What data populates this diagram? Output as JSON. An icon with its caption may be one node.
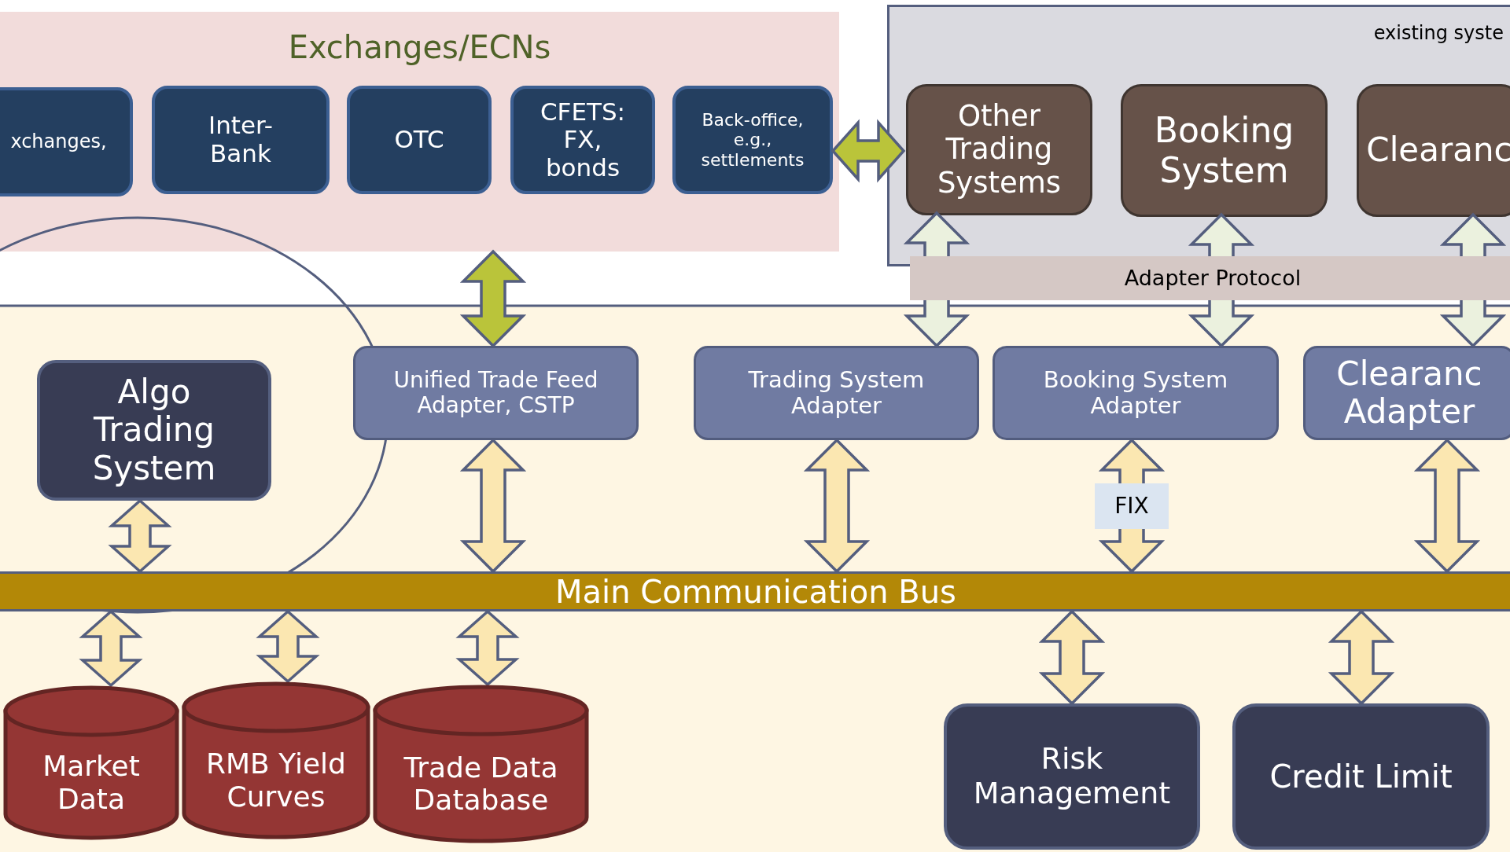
{
  "diagram": {
    "nodes": [
      {
        "text": [
          "Exchanges/ECNs"
        ]
      },
      {
        "text": [
          "xchanges,"
        ],
        "in": 0
      },
      {
        "text": [
          "Inter- Bank"
        ],
        "in": 0
      },
      {
        "text": [
          "OTC"
        ],
        "in": 0
      },
      {
        "text": [
          "CFETS: FX, bonds"
        ],
        "in": 0
      },
      {
        "text": [
          "Back-office, e.g., settlements"
        ],
        "in": 0
      },
      {
        "text": [
          "existing syste"
        ]
      },
      {
        "text": [
          "Other Trading Systems"
        ],
        "in": 6
      },
      {
        "text": [
          "Booking System"
        ],
        "in": 6
      },
      {
        "text": [
          "Clearanc"
        ],
        "in": 6
      },
      {
        "text": [
          "Adapter Protocol"
        ]
      },
      {
        "text": [
          "Algo Trading System"
        ]
      },
      {
        "text": [
          "Unified Trade Feed Adapter, CSTP"
        ]
      },
      {
        "text": [
          "Trading System Adapter"
        ]
      },
      {
        "text": [
          "Booking System Adapter"
        ]
      },
      {
        "text": [
          "Clearanc Adapter"
        ]
      },
      {
        "text": [
          "Main Communication Bus"
        ]
      },
      {
        "text": [
          "Market Data"
        ]
      },
      {
        "text": [
          "RMB Yield Curves"
        ]
      },
      {
        "text": [
          "Trade Data Database"
        ]
      },
      {
        "text": [
          "Risk Management"
        ]
      },
      {
        "text": [
          "Credit Limit"
        ]
      }
    ],
    "edges": [
      {
        "from": 5,
        "to": 7,
        "arrow": "both",
        "color": "#bac43a"
      },
      {
        "from": 0,
        "to": 12,
        "arrow": "both",
        "color": "#bac43a"
      },
      {
        "from": 7,
        "to": 13,
        "arrow": "both",
        "color": "#ebf1de"
      },
      {
        "from": 8,
        "to": 14,
        "arrow": "both",
        "color": "#ebf1de"
      },
      {
        "from": 9,
        "to": 15,
        "arrow": "both",
        "color": "#ebf1de"
      },
      {
        "from": 11,
        "to": 16,
        "arrow": "both"
      },
      {
        "from": 12,
        "to": 16,
        "arrow": "both"
      },
      {
        "from": 13,
        "to": 16,
        "arrow": "both"
      },
      {
        "from": 14,
        "to": 16,
        "arrow": "both",
        "label": "FIX"
      },
      {
        "from": 15,
        "to": 16,
        "arrow": "both"
      },
      {
        "from": 16,
        "to": 17,
        "arrow": "both"
      },
      {
        "from": 16,
        "to": 18,
        "arrow": "both"
      },
      {
        "from": 16,
        "to": 19,
        "arrow": "both"
      },
      {
        "from": 16,
        "to": 20,
        "arrow": "both"
      },
      {
        "from": 16,
        "to": 21,
        "arrow": "both"
      }
    ]
  }
}
